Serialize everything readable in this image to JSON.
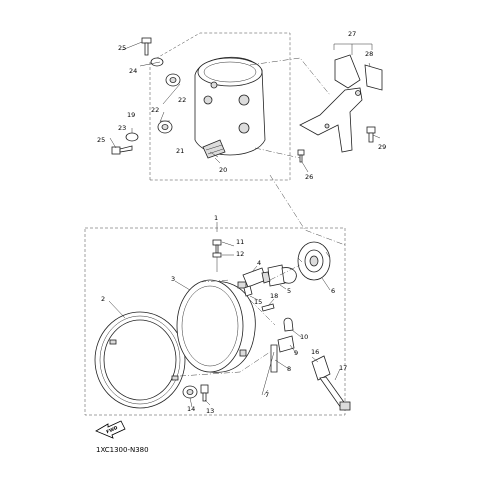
{
  "diagram": {
    "code": "1XC1300-N380",
    "forward_label": "FWD"
  },
  "callouts": [
    "1",
    "2",
    "3",
    "4",
    "5",
    "6",
    "7",
    "8",
    "9",
    "10",
    "11",
    "12",
    "13",
    "14",
    "15",
    "16",
    "17",
    "18",
    "19",
    "20",
    "21",
    "22",
    "22",
    "23",
    "24",
    "25",
    "25",
    "26",
    "27",
    "28",
    "29"
  ]
}
